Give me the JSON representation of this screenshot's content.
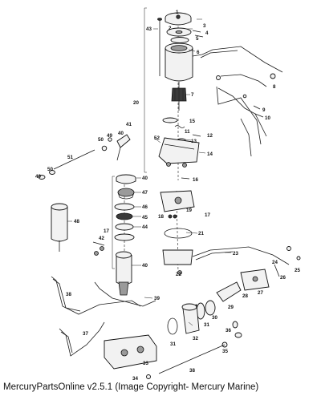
{
  "caption": "MercuryPartsOnline v2.5.1 (Image Copyright- Mercury Marine)",
  "callouts": [
    {
      "label": "1"
    },
    {
      "label": "2"
    },
    {
      "label": "3"
    },
    {
      "label": "4"
    },
    {
      "label": "5"
    },
    {
      "label": "6"
    },
    {
      "label": "7"
    },
    {
      "label": "8"
    },
    {
      "label": "9"
    },
    {
      "label": "10"
    },
    {
      "label": "11"
    },
    {
      "label": "12"
    },
    {
      "label": "13"
    },
    {
      "label": "14"
    },
    {
      "label": "15"
    },
    {
      "label": "16"
    },
    {
      "label": "17"
    },
    {
      "label": "17"
    },
    {
      "label": "18"
    },
    {
      "label": "19"
    },
    {
      "label": "20"
    },
    {
      "label": "21"
    },
    {
      "label": "22"
    },
    {
      "label": "23"
    },
    {
      "label": "24"
    },
    {
      "label": "25"
    },
    {
      "label": "26"
    },
    {
      "label": "27"
    },
    {
      "label": "28"
    },
    {
      "label": "29"
    },
    {
      "label": "30"
    },
    {
      "label": "31"
    },
    {
      "label": "31"
    },
    {
      "label": "32"
    },
    {
      "label": "33"
    },
    {
      "label": "34"
    },
    {
      "label": "35"
    },
    {
      "label": "36"
    },
    {
      "label": "37"
    },
    {
      "label": "38"
    },
    {
      "label": "38"
    },
    {
      "label": "39"
    },
    {
      "label": "40"
    },
    {
      "label": "40"
    },
    {
      "label": "40"
    },
    {
      "label": "41"
    },
    {
      "label": "42"
    },
    {
      "label": "43"
    },
    {
      "label": "44"
    },
    {
      "label": "45"
    },
    {
      "label": "46"
    },
    {
      "label": "47"
    },
    {
      "label": "48"
    },
    {
      "label": "49"
    },
    {
      "label": "49"
    },
    {
      "label": "50"
    },
    {
      "label": "50"
    },
    {
      "label": "51"
    },
    {
      "label": "52"
    }
  ]
}
